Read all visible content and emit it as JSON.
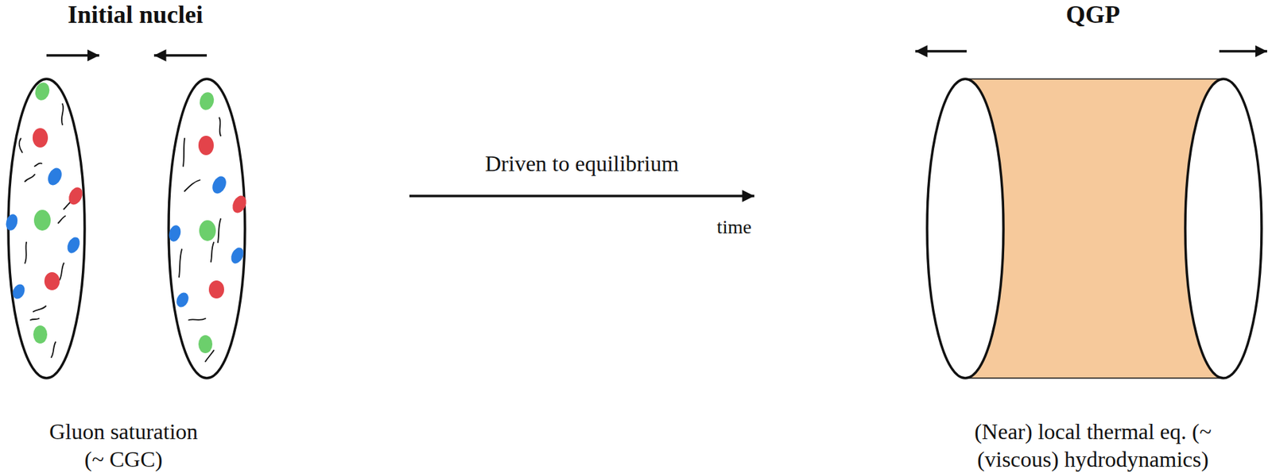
{
  "diagram": {
    "nodes": [
      {
        "text": [
          "Initial nuclei",
          "Gluon saturation (~ CGC)"
        ]
      },
      {
        "text": [
          "QGP",
          "(Near) local thermal eq. (~ (viscous) hydrodynamics)"
        ]
      }
    ],
    "edges": [
      {
        "from": 0,
        "to": 1,
        "label": "Driven to equilibrium",
        "arrow": "to"
      }
    ],
    "labels": [
      "time"
    ]
  }
}
